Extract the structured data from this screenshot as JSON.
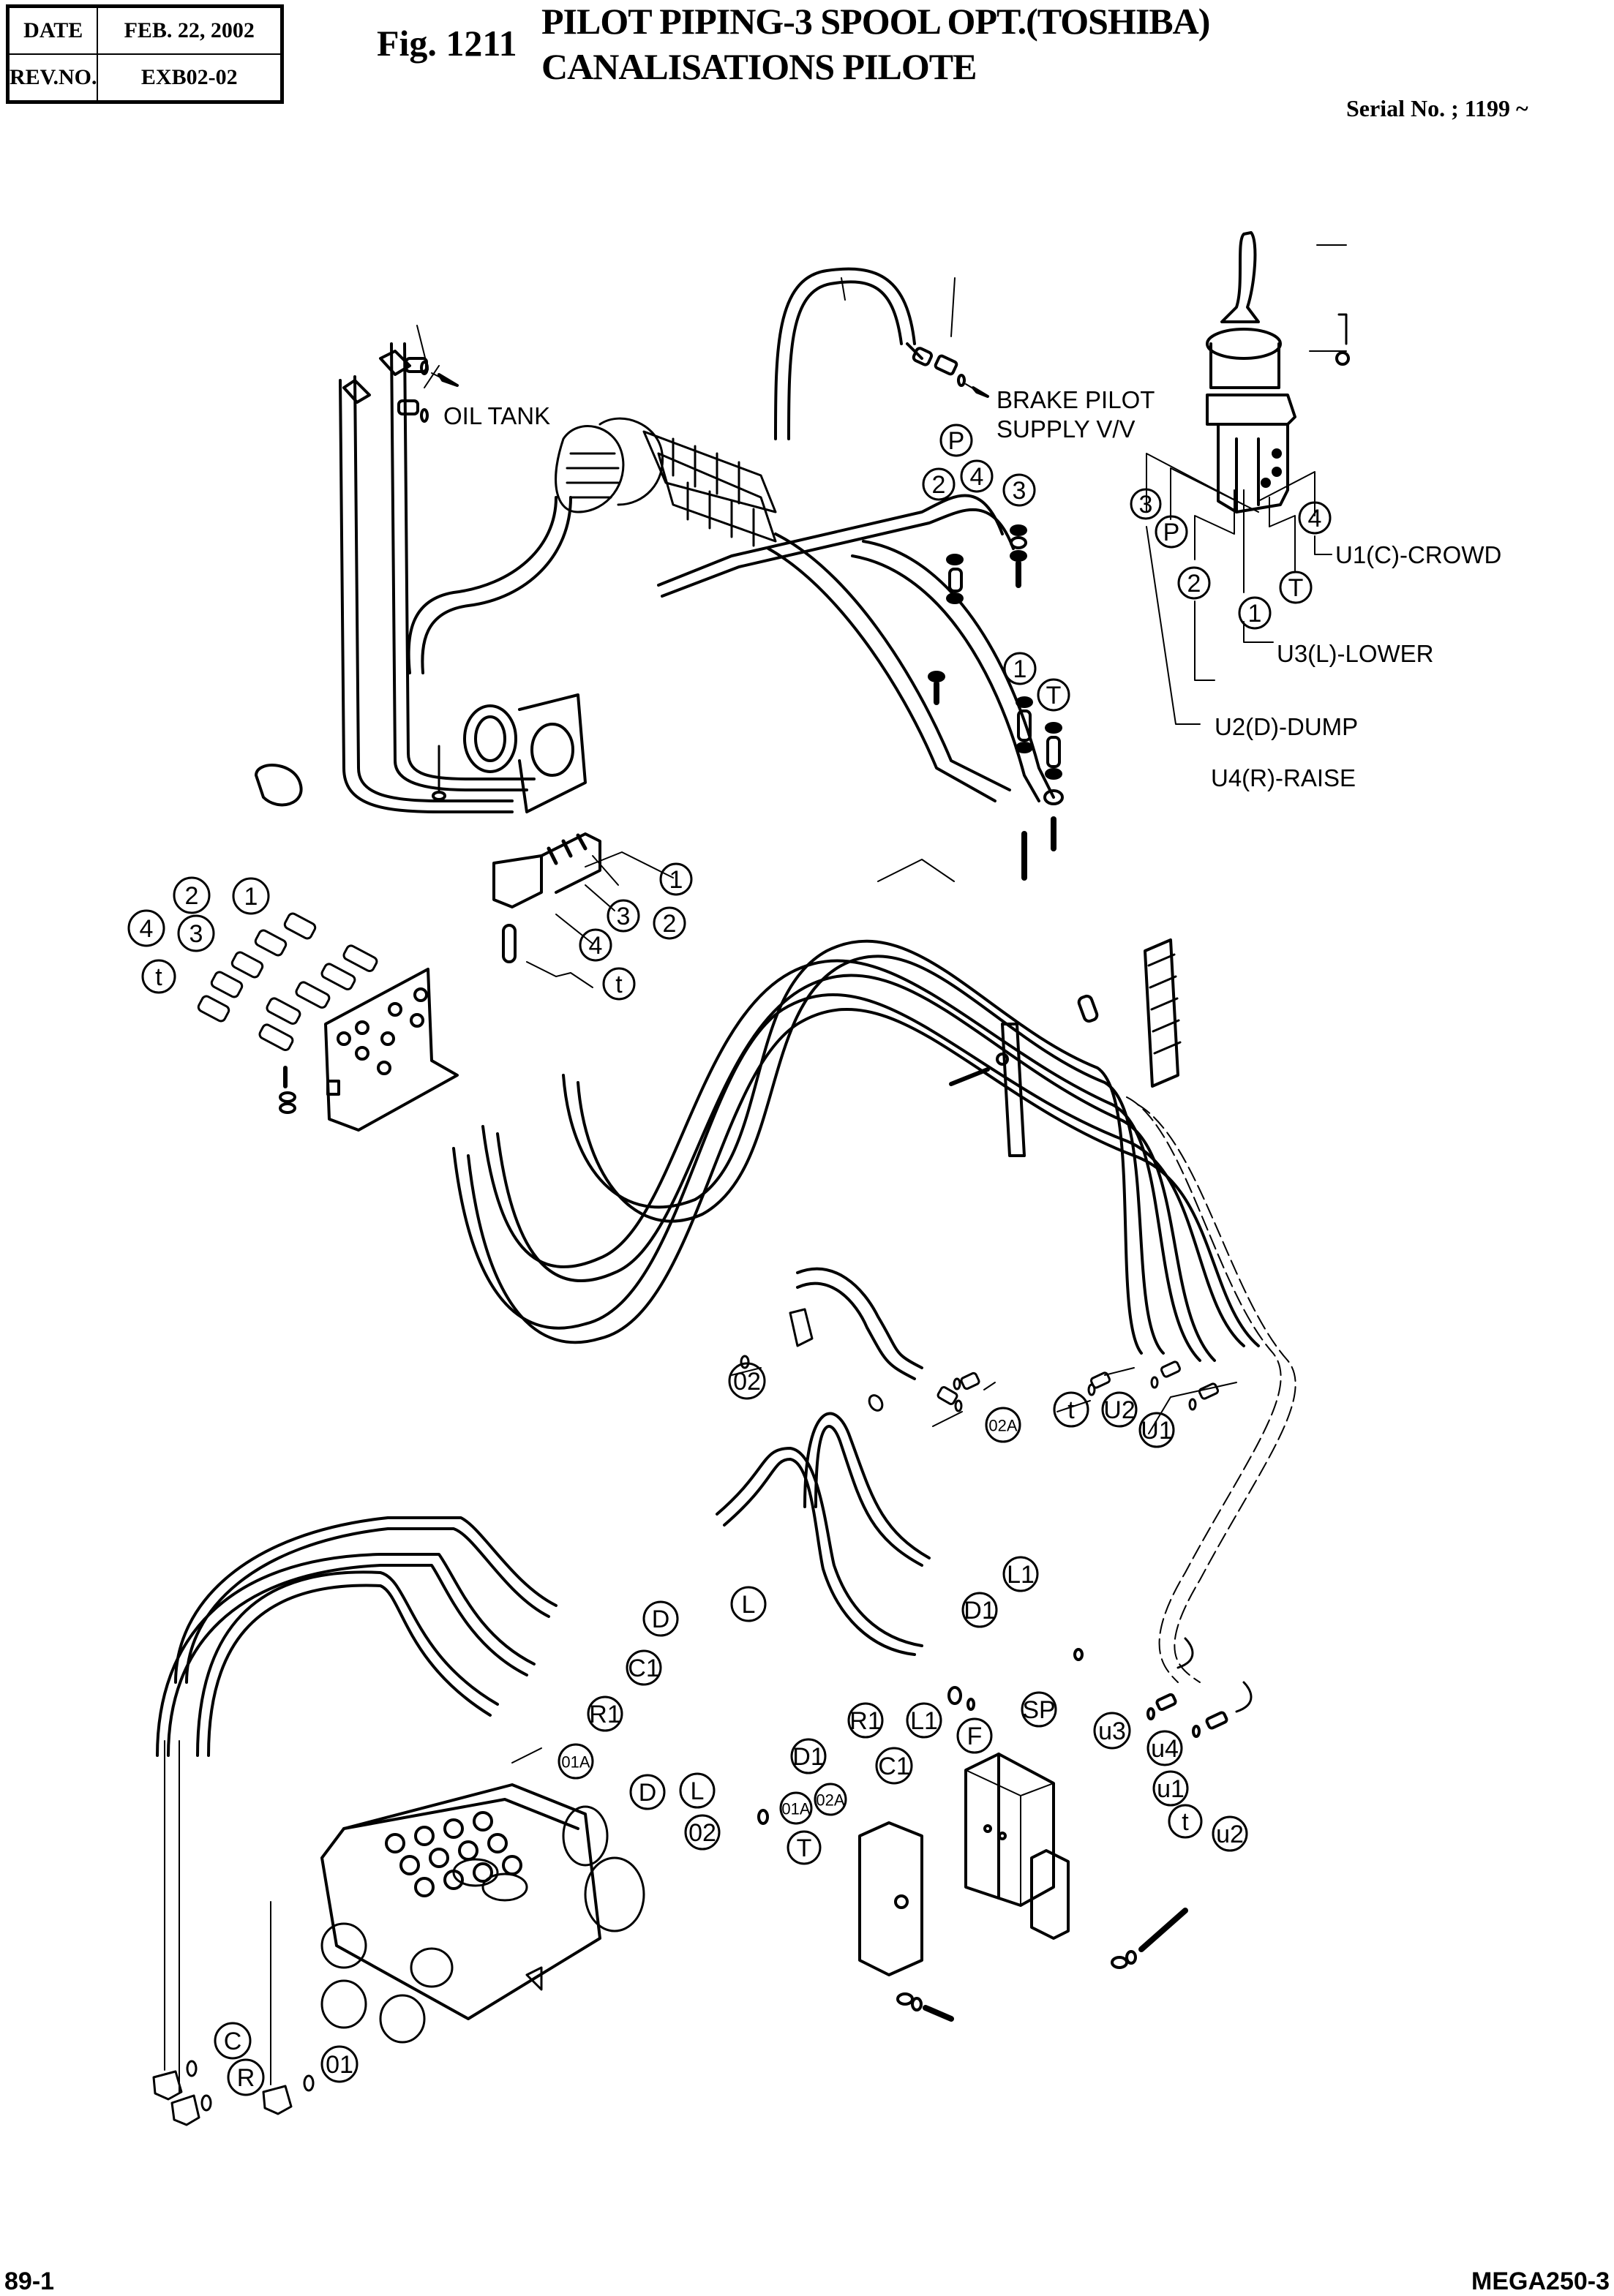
{
  "header": {
    "date_label": "DATE",
    "date_value": "FEB. 22, 2002",
    "rev_label": "REV.NO.",
    "rev_value": "EXB02-02",
    "figure_number": "Fig. 1211",
    "title_en": "PILOT PIPING-3 SPOOL OPT.(TOSHIBA)",
    "title_fr": "CANALISATIONS PILOTE",
    "serial": "Serial No. ; 1199 ~"
  },
  "footer": {
    "page_number": "89-1",
    "model": "MEGA250-3"
  },
  "notes": {
    "oil_tank": "OIL TANK",
    "brake_line1": "BRAKE PILOT",
    "brake_line2": "SUPPLY V/V",
    "u1": "U1(C)-CROWD",
    "u3": "U3(L)-LOWER",
    "u2": "U2(D)-DUMP",
    "u4": "U4(R)-RAISE"
  },
  "callouts": {
    "joystick": [
      "3",
      "P",
      "4",
      "2",
      "T",
      "1"
    ],
    "upper_valve": [
      "P",
      "2",
      "4",
      "3",
      "1",
      "T"
    ],
    "block": [
      "1",
      "3",
      "2",
      "4",
      "t"
    ],
    "bracket_left": [
      "2",
      "1",
      "4",
      "3",
      "t"
    ],
    "mid": [
      "02",
      "02A",
      "t",
      "U2",
      "U1"
    ],
    "hoses": [
      "D",
      "L",
      "L1",
      "D1",
      "C1",
      "R1",
      "01A"
    ],
    "main_valve": [
      "D",
      "L",
      "02",
      "C",
      "R",
      "01"
    ],
    "manifold": [
      "R1",
      "L1",
      "F",
      "SP",
      "D1",
      "C1",
      "u3",
      "u4",
      "02A",
      "01A",
      "u1",
      "T",
      "t",
      "u2"
    ]
  }
}
